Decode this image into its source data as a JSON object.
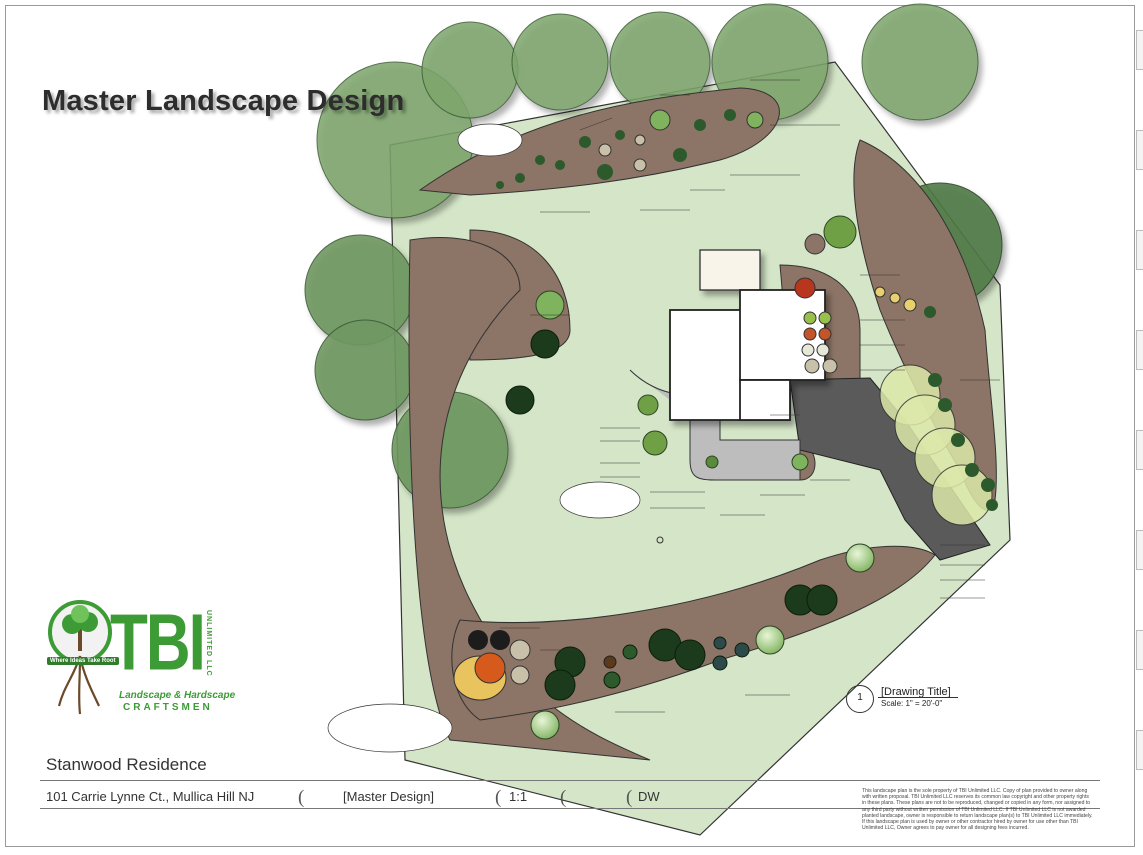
{
  "title": "Master Landscape Design",
  "residence": "Stanwood Residence",
  "address": "101 Carrie Lynne Ct., Mullica Hill NJ",
  "sheet_name": "[Master Design]",
  "scale_ratio": "1:1",
  "drawn_by": "DW",
  "drawing_title": "[Drawing Title]",
  "drawing_scale": "Scale: 1\" = 20'-0\"",
  "drawing_number": "1",
  "logo": {
    "text": "TBI",
    "unlimited": "UNLIMITED LLC",
    "subtitle_1": "Landscape & Hardscape",
    "subtitle_2": "CRAFTSMEN",
    "tagline": "Where Ideas Take Root"
  },
  "legal_notice": "This landscape plan is the sole property of TBI Unlimited LLC. Copy of plan provided to owner along with written proposal. TBI Unlimited LLC reserves its common law copyright and other property rights in these plans. These plans are not to be reproduced, changed or copied in any form, nor assigned to any third party without written permission of TBI Unlimited LLC. If TBI Unlimited LLC is not awarded planted landscape, owner is responsible to return landscape plan(s) to TBI Unlimited LLC immediately. If this landscape plan is used by owner or other contractor hired by owner for use other than TBI Unlimited LLC, Owner agrees to pay owner for all designing fees incurred.",
  "colors": {
    "lawn": "#d5e6c8",
    "bed": "#8c7466",
    "tree_canopy": "#7da56c",
    "tree_dark": "#4f7a47",
    "driveway": "#5a5a5a",
    "house": "#ffffff",
    "logo_green": "#3d9b35"
  }
}
